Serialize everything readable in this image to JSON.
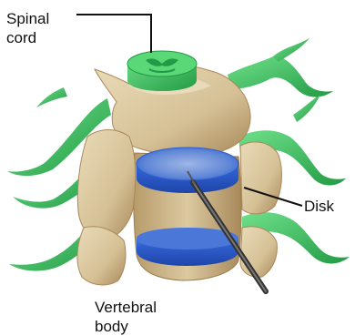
{
  "labels": {
    "spinal_cord": {
      "line1": "Spinal",
      "line2": "cord"
    },
    "disk": "Disk",
    "vertebral_body": {
      "line1": "Vertebral",
      "line2": "body"
    }
  },
  "colors": {
    "bone": "#d8c49b",
    "bone_shadow": "#a8895a",
    "nerve": "#3fc25f",
    "disk": "#3a6fd8",
    "leader_line": "#111111",
    "instrument": "#333333"
  }
}
